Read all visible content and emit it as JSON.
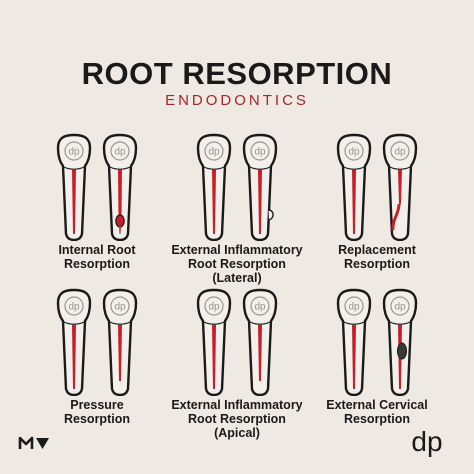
{
  "header": {
    "title": "ROOT RESORPTION",
    "subtitle": "ENDODONTICS"
  },
  "colors": {
    "background": "#efe9e3",
    "canal_red": "#c8202a",
    "outline": "#1a1a1a",
    "accent": "#a3262a"
  },
  "tooth_mark": "dp",
  "panels": [
    {
      "lines": [
        "Internal Root",
        "Resorption"
      ],
      "type": "internal"
    },
    {
      "lines": [
        "External Inflammatory",
        "Root Resorption",
        "(Lateral)"
      ],
      "type": "lateral"
    },
    {
      "lines": [
        "Replacement",
        "Resorption"
      ],
      "type": "replacement"
    },
    {
      "lines": [
        "Pressure",
        "Resorption"
      ],
      "type": "pressure"
    },
    {
      "lines": [
        "External Inflammatory",
        "Root Resorption",
        "(Apical)"
      ],
      "type": "apical"
    },
    {
      "lines": [
        "External Cervical",
        "Resorption"
      ],
      "type": "cervical"
    }
  ],
  "brand": {
    "corner_icon": "tooth-outline-icon",
    "logo": "dp"
  }
}
